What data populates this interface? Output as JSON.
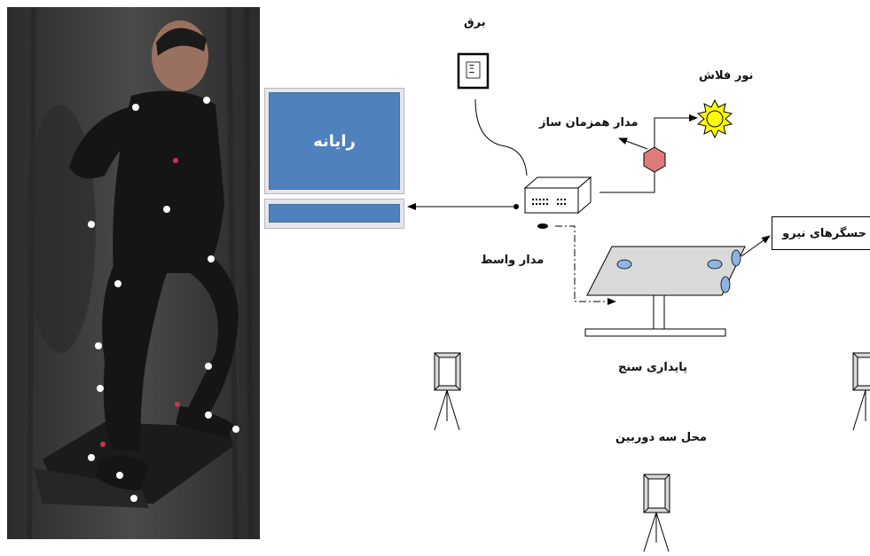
{
  "labels": {
    "power": "برق",
    "flash_light": "نور فلاش",
    "sync_circuit": "مدار همزمان ساز",
    "computer": "رایانه",
    "interface_circuit": "مدار واسط",
    "force_sensors": "حسگرهای نیرو",
    "balance_meter": "پایداری سنج",
    "three_cameras_location": "محل سه دوربین"
  },
  "icons": {
    "power_switch": "Ξ"
  },
  "colors": {
    "computer_fill": "#4f81bd",
    "sync_hexagon": "#e07b7b",
    "flash_sun": "#ffff00",
    "sensor_ellipse": "#8eb4e3",
    "plate_fill": "#d9d9d9"
  }
}
